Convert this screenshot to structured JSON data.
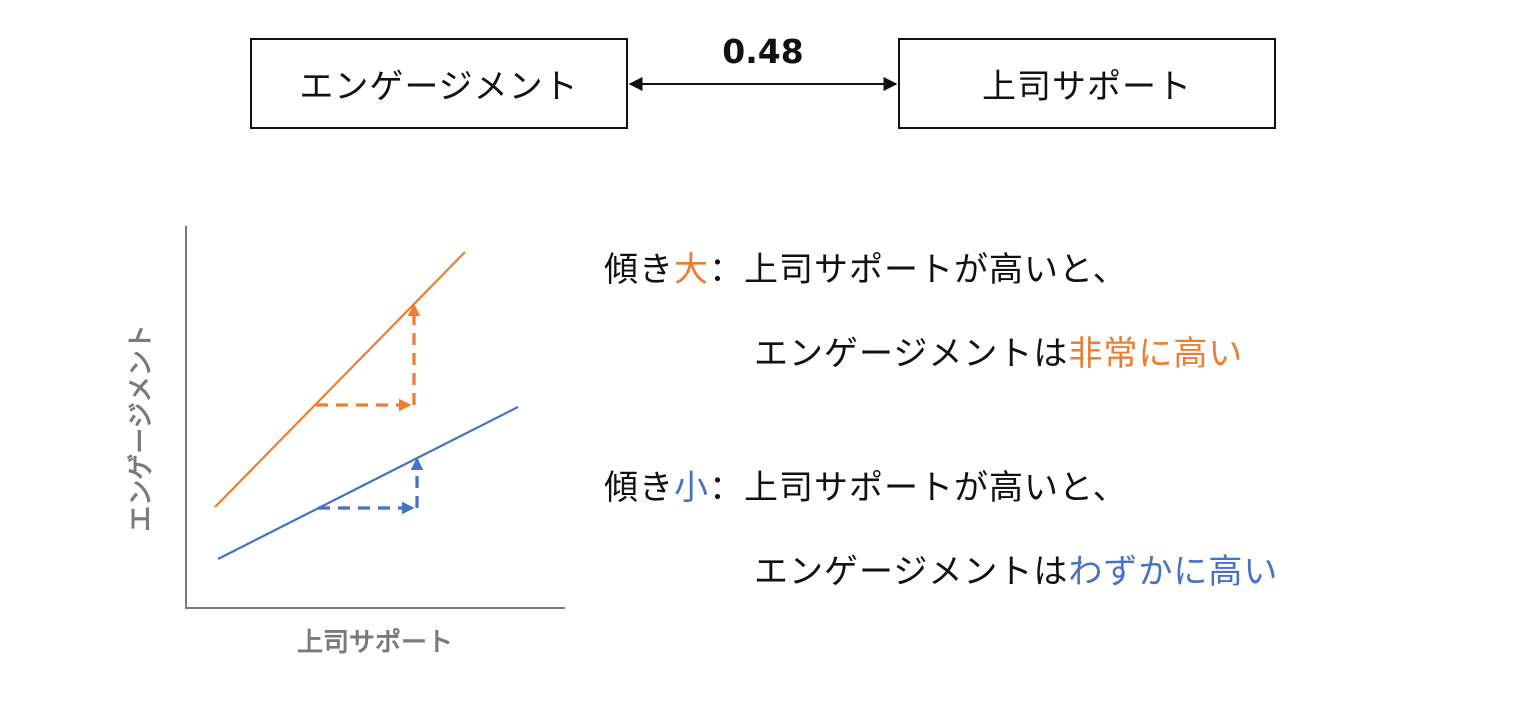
{
  "boxes": {
    "left_label": "エンゲージメント",
    "right_label": "上司サポート"
  },
  "correlation": "0.48",
  "graph": {
    "x_label": "上司サポート",
    "y_label": "エンゲージメント",
    "colors": {
      "steep": "#ed7d31",
      "shallow": "#4472c4",
      "axis": "#7a7a7a"
    }
  },
  "statements": {
    "steep": {
      "prefix": "傾き",
      "keyword": "大",
      "colon": "：",
      "line1_rest": "上司サポートが高いと、",
      "line2_main": "エンゲージメントは",
      "line2_highlight": "非常に高い"
    },
    "shallow": {
      "prefix": "傾き",
      "keyword": "小",
      "colon": "：",
      "line1_rest": "上司サポートが高いと、",
      "line2_main": "エンゲージメントは",
      "line2_highlight": "わずかに高い"
    }
  }
}
